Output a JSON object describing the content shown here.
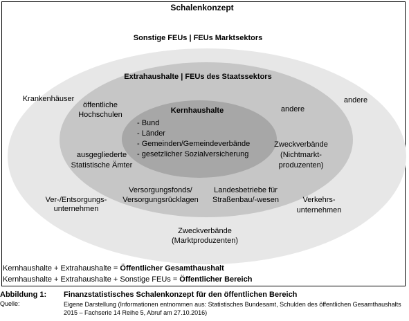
{
  "title": "Schalenkonzept",
  "colors": {
    "outer": "#e7e7e7",
    "middle": "#c6c6c6",
    "inner": "#a7a7a7",
    "border": "#000000"
  },
  "outer": {
    "heading": "Sonstige FEUs | FEUs Marktsektors",
    "items": {
      "krankenhaeuser": "Krankenhäuser",
      "andere": "andere",
      "ver_1": "Ver-/Entsorgungs-",
      "ver_2": "unternehmen",
      "verkehr_1": "Verkehrs-",
      "verkehr_2": "unternehmen",
      "zweck_1": "Zweckverbände",
      "zweck_2": "(Marktproduzenten)"
    }
  },
  "middle": {
    "heading": "Extrahaushalte | FEUs des Staatssektors",
    "items": {
      "hochschulen_1": "öffentliche",
      "hochschulen_2": "Hochschulen",
      "andere": "andere",
      "aemter_1": "ausgegliederte",
      "aemter_2": "Statistische Ämter",
      "zweck_1": "Zweckverbände",
      "zweck_2": "(Nichtmarkt-",
      "zweck_3": "produzenten)",
      "fonds_1": "Versorgungsfonds/",
      "fonds_2": "Versorgungsrücklagen",
      "landes_1": "Landesbetriebe für",
      "landes_2": "Straßenbau/-wesen"
    }
  },
  "inner": {
    "heading": "Kernhaushalte",
    "items": [
      "- Bund",
      "- Länder",
      "- Gemeinden/Gemeindeverbände",
      "- gesetzlicher Sozialversicherung"
    ]
  },
  "equations": {
    "line1_prefix": "Kernhaushalte + Extrahaushalte = ",
    "line1_result": "Öffentlicher Gesamthaushalt",
    "line2_prefix": "Kernhaushalte + Extrahaushalte + Sonstige FEUs = ",
    "line2_result": "Öffentlicher Bereich"
  },
  "caption": {
    "label": "Abbildung 1:",
    "text": "Finanzstatistisches Schalenkonzept für den öffentlichen Bereich",
    "source_label": "Quelle:",
    "source_text": "Eigene Darstellung (Informationen entnommen aus: Statistisches Bundesamt, Schulden des öffentlichen Gesamthaushalts 2015 – Fachserie 14 Reihe 5, Abruf am 27.10.2016)"
  }
}
